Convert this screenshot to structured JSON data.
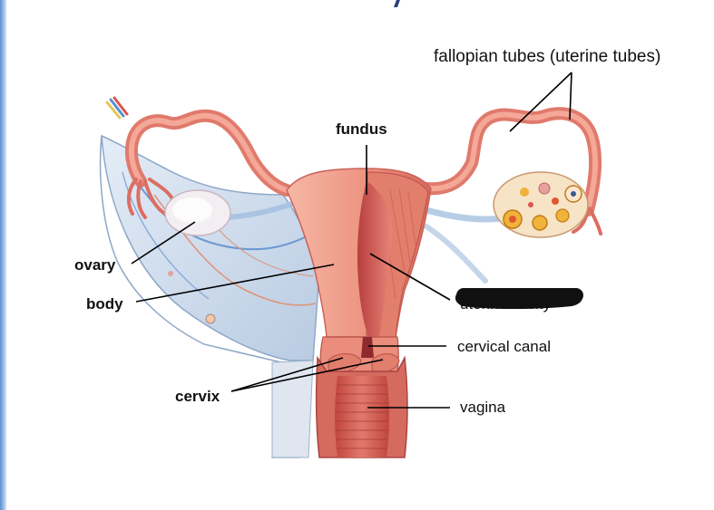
{
  "labels": {
    "fallopian": "fallopian tubes (uterine tubes)",
    "fundus": "fundus",
    "ovary": "ovary",
    "body": "body",
    "uterine_cavity": "uterine cavity",
    "cervical_canal": "cervical canal",
    "cervix": "cervix",
    "vagina": "vagina"
  },
  "colors": {
    "tissue_light": "#f2a18f",
    "tissue_mid": "#e27e6c",
    "tissue_dark": "#c8504a",
    "ligament": "#cfdcec",
    "ovary_white": "#f3eef1",
    "follicle": "#f0b33a",
    "vessel_blue": "#7fa7d6",
    "leader_line": "#000000",
    "redaction": "#111111"
  }
}
